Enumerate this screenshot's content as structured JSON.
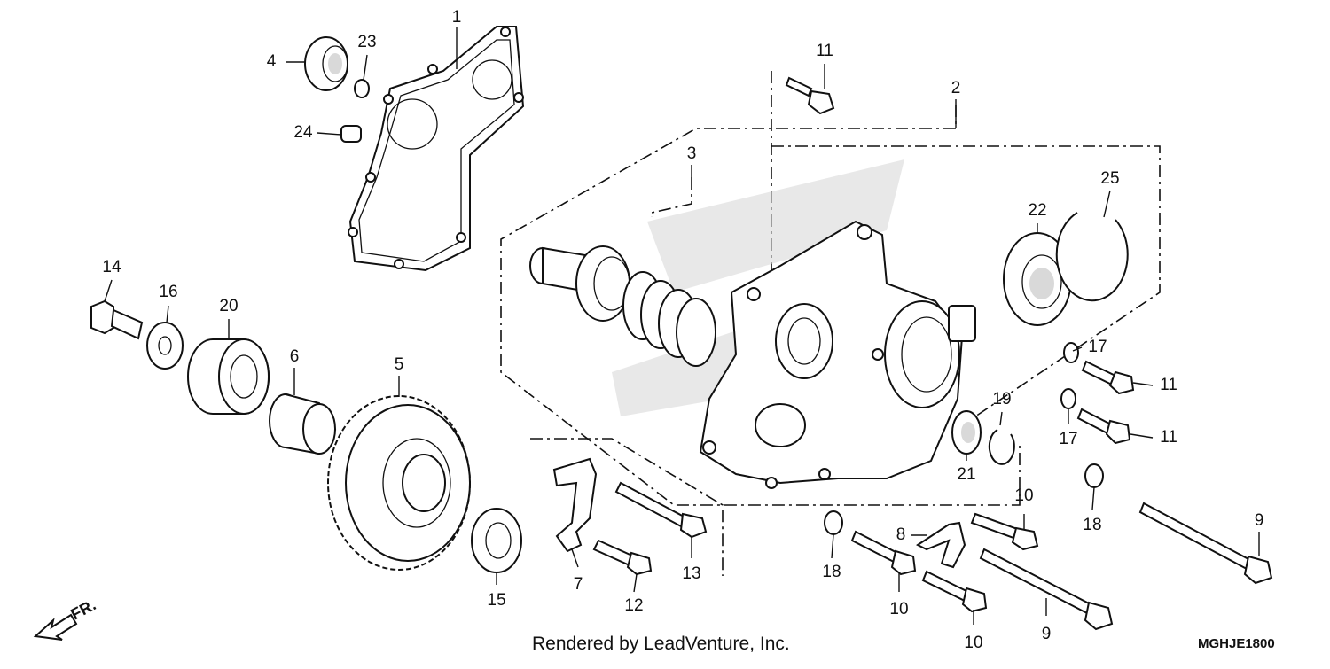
{
  "callouts": [
    {
      "id": "1",
      "text": "1"
    },
    {
      "id": "2",
      "text": "2"
    },
    {
      "id": "3",
      "text": "3"
    },
    {
      "id": "4",
      "text": "4"
    },
    {
      "id": "5",
      "text": "5"
    },
    {
      "id": "6",
      "text": "6"
    },
    {
      "id": "7",
      "text": "7"
    },
    {
      "id": "8",
      "text": "8"
    },
    {
      "id": "9a",
      "text": "9"
    },
    {
      "id": "9b",
      "text": "9"
    },
    {
      "id": "10a",
      "text": "10"
    },
    {
      "id": "10b",
      "text": "10"
    },
    {
      "id": "10c",
      "text": "10"
    },
    {
      "id": "11a",
      "text": "11"
    },
    {
      "id": "11b",
      "text": "11"
    },
    {
      "id": "11c",
      "text": "11"
    },
    {
      "id": "12",
      "text": "12"
    },
    {
      "id": "13",
      "text": "13"
    },
    {
      "id": "14",
      "text": "14"
    },
    {
      "id": "15",
      "text": "15"
    },
    {
      "id": "16",
      "text": "16"
    },
    {
      "id": "17a",
      "text": "17"
    },
    {
      "id": "17b",
      "text": "17"
    },
    {
      "id": "18a",
      "text": "18"
    },
    {
      "id": "18b",
      "text": "18"
    },
    {
      "id": "19",
      "text": "19"
    },
    {
      "id": "20",
      "text": "20"
    },
    {
      "id": "21",
      "text": "21"
    },
    {
      "id": "22",
      "text": "22"
    },
    {
      "id": "23",
      "text": "23"
    },
    {
      "id": "24",
      "text": "24"
    },
    {
      "id": "25",
      "text": "25"
    }
  ],
  "front_marker": "FR.",
  "credit": "Rendered by LeadVenture, Inc.",
  "diagram_code": "MGHJE1800"
}
